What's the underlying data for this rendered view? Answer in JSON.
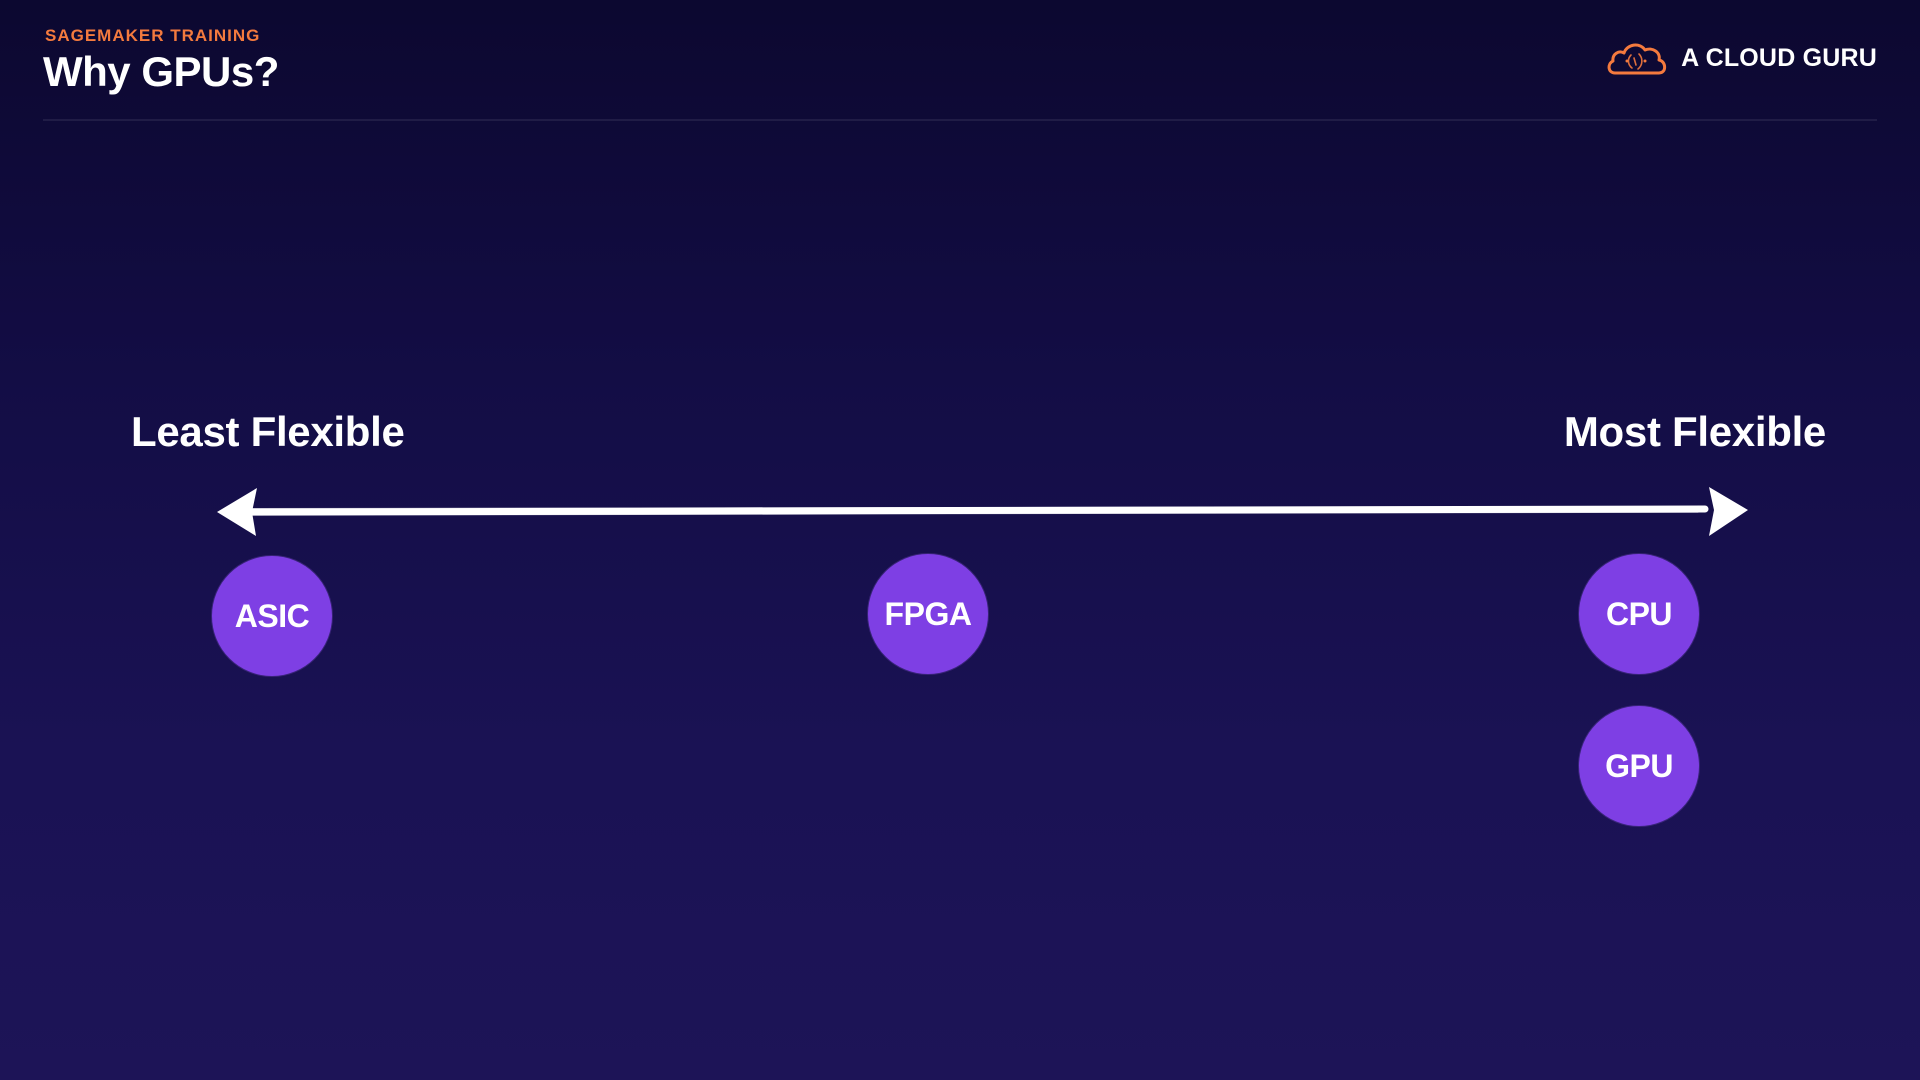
{
  "header": {
    "eyebrow": "SAGEMAKER TRAINING",
    "title": "Why GPUs?",
    "brand": "A CLOUD GURU",
    "brand_icon": "cloud-logo-icon"
  },
  "diagram": {
    "left_label": "Least Flexible",
    "right_label": "Most Flexible",
    "nodes": [
      {
        "label": "ASIC"
      },
      {
        "label": "FPGA"
      },
      {
        "label": "CPU"
      },
      {
        "label": "GPU"
      }
    ]
  },
  "colors": {
    "background_top": "#0c0830",
    "background_bottom": "#1d1457",
    "accent_orange": "#f47a3e",
    "node_purple": "#7e3fe4",
    "text": "#ffffff"
  }
}
